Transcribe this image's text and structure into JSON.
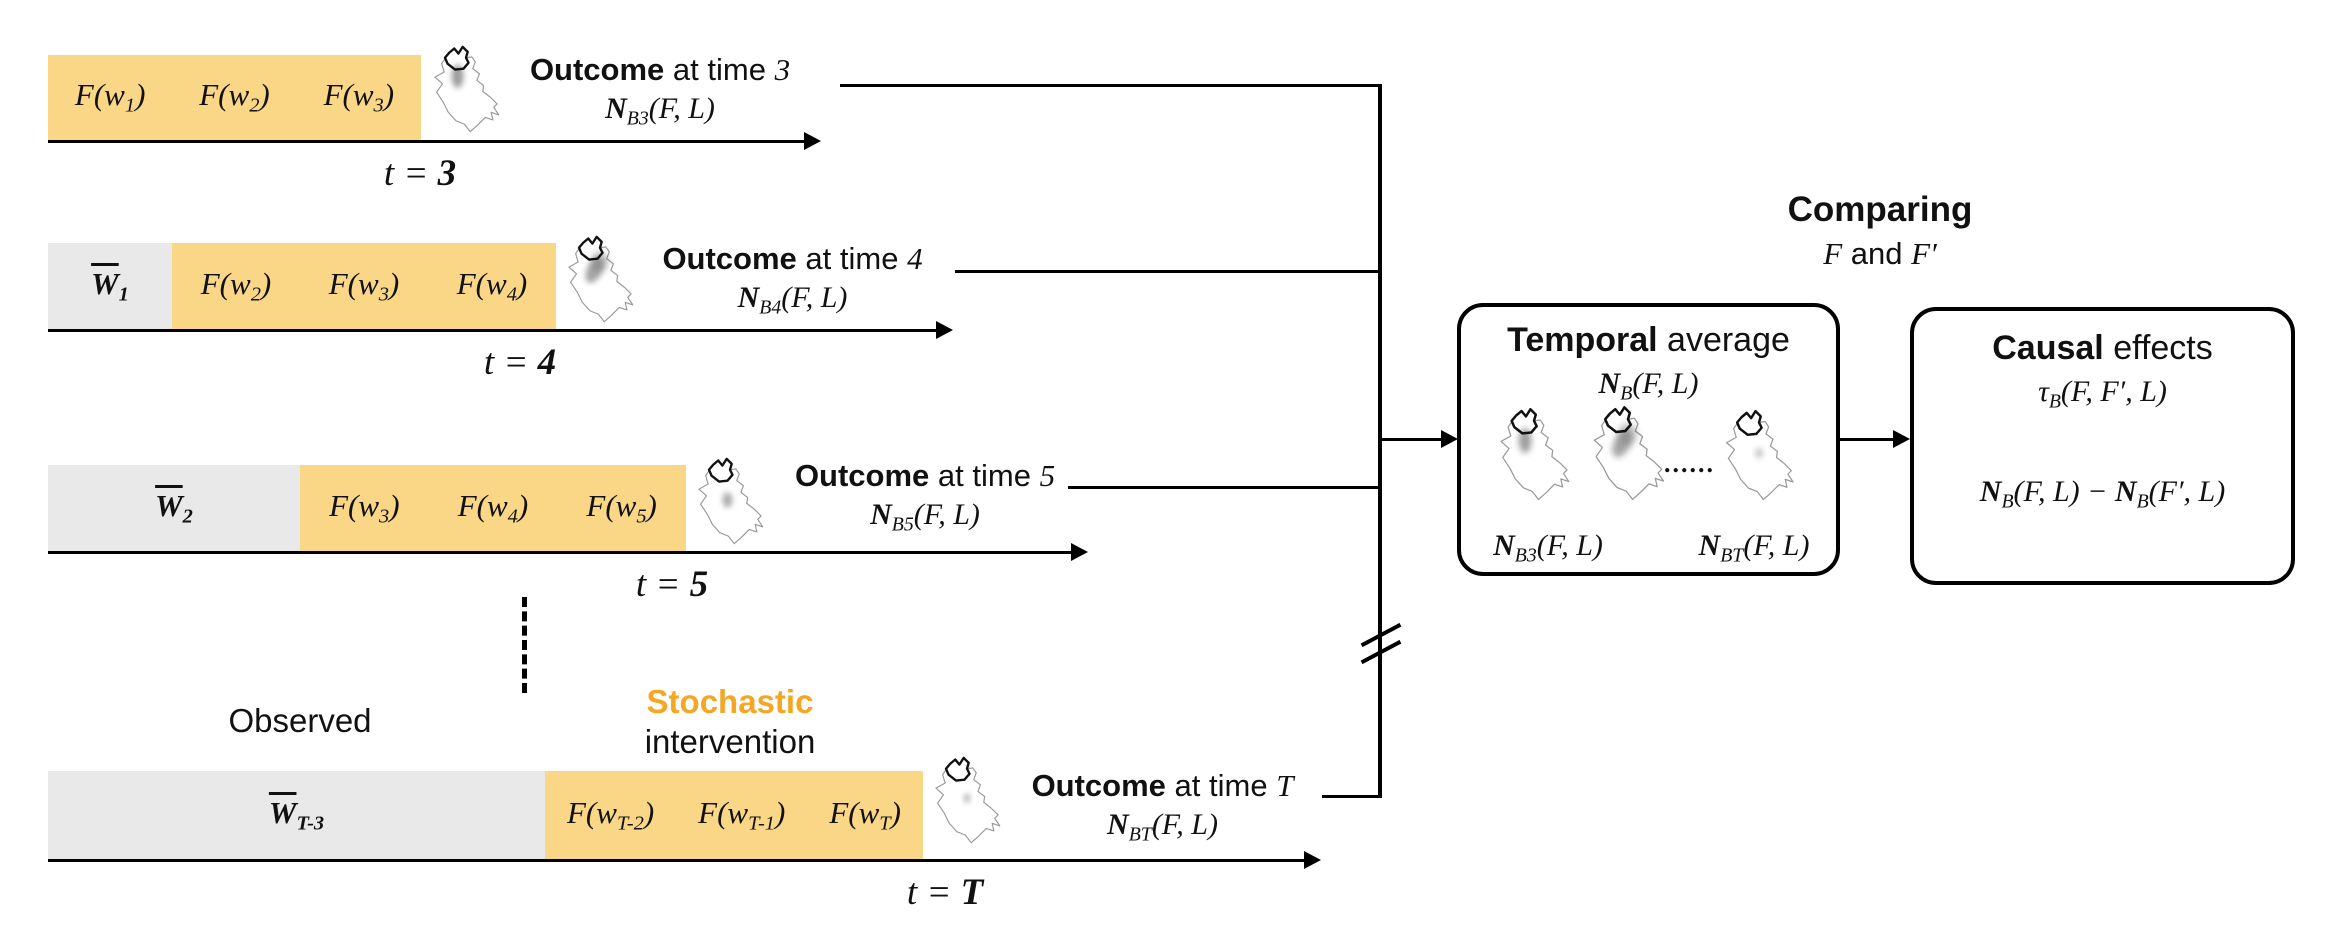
{
  "colors": {
    "intervention_fill": "#FAD687",
    "observed_fill": "#E9E9E9",
    "stochastic_text": "#F5A623",
    "line": "#000000"
  },
  "icons": {
    "map": "iraq-outline-map-with-hotspot",
    "axis_break": "double-slash-break"
  },
  "labels": {
    "observed": "Observed",
    "stochastic": "Stochastic",
    "intervention": "intervention"
  },
  "comparing": {
    "title": "Comparing",
    "f1": "F",
    "mid": " and ",
    "f2": "F′"
  },
  "rows": [
    {
      "t": {
        "lead": "t = ",
        "value": "3"
      },
      "outcome": {
        "bold": "Outcome",
        "mid": " at time ",
        "time": "3"
      },
      "n": {
        "base": "N",
        "sub": "B3",
        "args": "(F, L)"
      },
      "cells": [
        {
          "pre": "F(w",
          "sub": "1",
          "post": ")"
        },
        {
          "pre": "F(w",
          "sub": "2",
          "post": ")"
        },
        {
          "pre": "F(w",
          "sub": "3",
          "post": ")"
        }
      ]
    },
    {
      "observed": {
        "base": "W",
        "sub": "1"
      },
      "t": {
        "lead": "t = ",
        "value": "4"
      },
      "outcome": {
        "bold": "Outcome",
        "mid": " at time ",
        "time": "4"
      },
      "n": {
        "base": "N",
        "sub": "B4",
        "args": "(F, L)"
      },
      "cells": [
        {
          "pre": "F(w",
          "sub": "2",
          "post": ")"
        },
        {
          "pre": "F(w",
          "sub": "3",
          "post": ")"
        },
        {
          "pre": "F(w",
          "sub": "4",
          "post": ")"
        }
      ]
    },
    {
      "observed": {
        "base": "W",
        "sub": "2"
      },
      "t": {
        "lead": "t = ",
        "value": "5"
      },
      "outcome": {
        "bold": "Outcome",
        "mid": " at time ",
        "time": "5"
      },
      "n": {
        "base": "N",
        "sub": "B5",
        "args": "(F, L)"
      },
      "cells": [
        {
          "pre": "F(w",
          "sub": "3",
          "post": ")"
        },
        {
          "pre": "F(w",
          "sub": "4",
          "post": ")"
        },
        {
          "pre": "F(w",
          "sub": "5",
          "post": ")"
        }
      ]
    },
    {
      "observed": {
        "base": "W",
        "sub": "T-3"
      },
      "t": {
        "lead": "t = ",
        "value": "T"
      },
      "outcome": {
        "bold": "Outcome",
        "mid": " at time ",
        "time": "T"
      },
      "n": {
        "base": "N",
        "sub": "BT",
        "args": "(F, L)"
      },
      "cells": [
        {
          "pre": "F(w",
          "sub": "T-2",
          "post": ")"
        },
        {
          "pre": "F(w",
          "sub": "T-1",
          "post": ")"
        },
        {
          "pre": "F(w",
          "sub": "T",
          "post": ")"
        }
      ]
    }
  ],
  "temporal_box": {
    "title_bold": "Temporal",
    "title_rest": " average",
    "n": {
      "base": "N",
      "sub": "B",
      "args": "(F, L)"
    },
    "dots": "......",
    "left_label": {
      "base": "N",
      "sub": "B3",
      "args": "(F, L)"
    },
    "right_label": {
      "base": "N",
      "sub": "BT",
      "args": "(F, L)"
    }
  },
  "causal_box": {
    "title_bold": "Causal",
    "title_rest": " effects",
    "tau": {
      "base": "τ",
      "sub": "B",
      "args": "(F, F′, L)"
    },
    "eq": {
      "n1": {
        "base": "N",
        "sub": "B",
        "args": "(F, L)"
      },
      "minus": " − ",
      "n2": {
        "base": "N",
        "sub": "B",
        "args": "(F′, L)"
      }
    }
  }
}
